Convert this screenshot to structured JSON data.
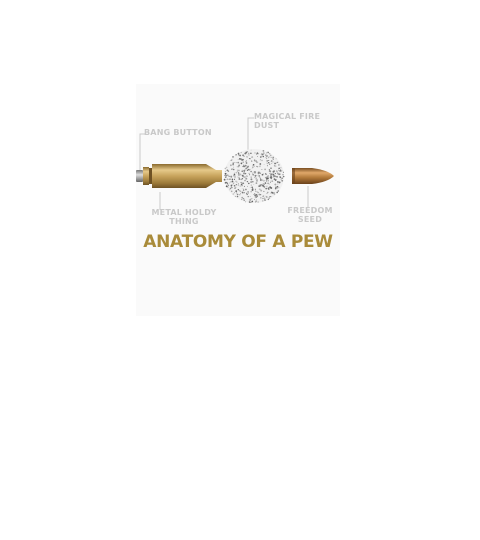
{
  "labels": {
    "bang": "BANG BUTTON",
    "dust": "MAGICAL FIRE\nDUST",
    "metal": "METAL HOLDY\nTHING",
    "seed": "FREEDOM\nSEED"
  },
  "title": "ANATOMY OF A PEW",
  "colors": {
    "label": "#c9c9c9",
    "title": "#a98b3a",
    "brass": "#c8a45c",
    "copper": "#b27a3a"
  }
}
